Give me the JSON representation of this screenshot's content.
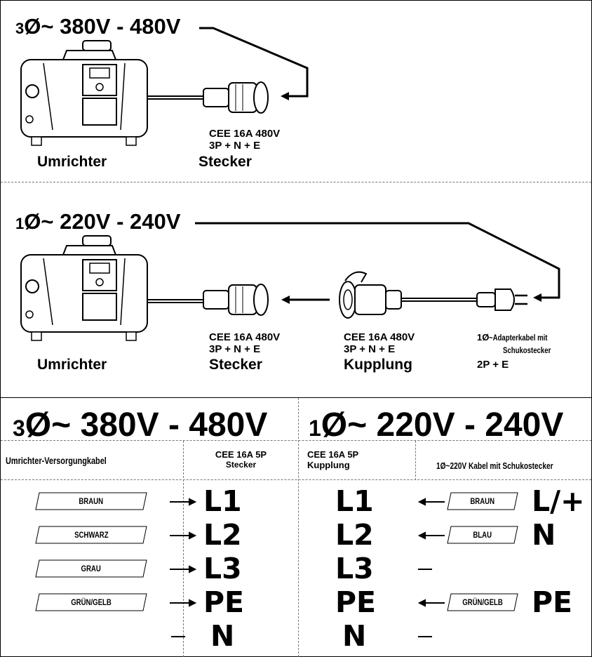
{
  "section1": {
    "heading_prefix": "3",
    "heading": "Ø~ 380V - 480V",
    "plug_line1": "CEE 16A 480V",
    "plug_line2": "3P + N + E",
    "plug_name": "Stecker",
    "device": "Umrichter"
  },
  "section2": {
    "heading_prefix": "1",
    "heading": "Ø~ 220V - 240V",
    "plug_line1": "CEE 16A 480V",
    "plug_line2": "3P + N + E",
    "plug_name": "Stecker",
    "coupling_line1": "CEE 16A 480V",
    "coupling_line2": "3P + N + E",
    "coupling_name": "Kupplung",
    "adapter_prefix": "1Ø",
    "adapter_line1": " ~Adapterkabel mit",
    "adapter_line2": "Schukostecker",
    "adapter_line3": "2P + E",
    "device": "Umrichter"
  },
  "table": {
    "left_heading_prefix": "3",
    "left_heading": "Ø~ 380V - 480V",
    "right_heading_prefix": "1",
    "right_heading": "Ø~ 220V - 240V",
    "col1_header": "Umrichter-Versorgungkabel",
    "col2_header_line1": "CEE 16A 5P",
    "col2_header_line2": "Stecker",
    "col3_header_line1": "CEE 16A 5P",
    "col3_header_line2": "Kupplung",
    "col4_header": "1Ø~220V Kabel mit Schukostecker",
    "left_wires": [
      "BRAUN",
      "SCHWARZ",
      "GRAU",
      "GRÜN/GELB"
    ],
    "left_terminals": [
      "L1",
      "L2",
      "L3",
      "PE",
      "N"
    ],
    "right_terminals": [
      "L1",
      "L2",
      "L3",
      "PE",
      "N"
    ],
    "right_wires": [
      "BRAUN",
      "BLAU",
      "GRÜN/GELB"
    ],
    "right_labels": [
      "L/+",
      "N",
      "PE"
    ]
  }
}
